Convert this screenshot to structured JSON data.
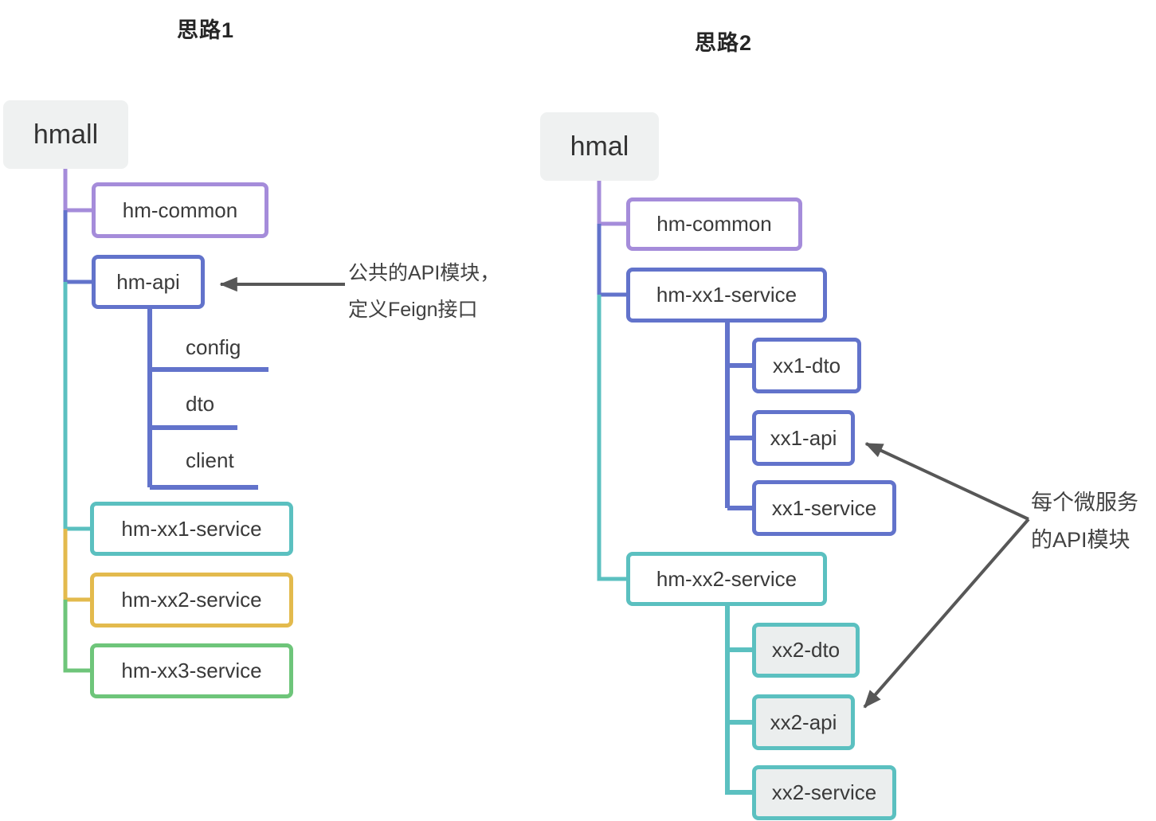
{
  "colors": {
    "purple": "#a58cda",
    "blue": "#6273cb",
    "teal": "#5bc0c0",
    "yellow": "#e3ba4d",
    "green": "#6ec57a",
    "root_fill": "#eff1f1",
    "child_gray_fill": "#ebeeee",
    "arrow": "#575757",
    "text": "#3a3a3a"
  },
  "diagram1": {
    "title": "思路1",
    "root": {
      "label": "hmall"
    },
    "children": [
      {
        "label": "hm-common",
        "color": "#a58cda"
      },
      {
        "label": "hm-api",
        "color": "#6273cb",
        "children": [
          {
            "label": "config"
          },
          {
            "label": "dto"
          },
          {
            "label": "client"
          }
        ]
      },
      {
        "label": "hm-xx1-service",
        "color": "#5bc0c0"
      },
      {
        "label": "hm-xx2-service",
        "color": "#e3ba4d"
      },
      {
        "label": "hm-xx3-service",
        "color": "#6ec57a"
      }
    ],
    "annotation": {
      "line1": "公共的API模块，",
      "line2": "定义Feign接口"
    }
  },
  "diagram2": {
    "title": "思路2",
    "root": {
      "label": "hmal"
    },
    "children": [
      {
        "label": "hm-common",
        "color": "#a58cda"
      },
      {
        "label": "hm-xx1-service",
        "color": "#6273cb",
        "children": [
          {
            "label": "xx1-dto"
          },
          {
            "label": "xx1-api"
          },
          {
            "label": "xx1-service"
          }
        ]
      },
      {
        "label": "hm-xx2-service",
        "color": "#5bc0c0",
        "children": [
          {
            "label": "xx2-dto"
          },
          {
            "label": "xx2-api"
          },
          {
            "label": "xx2-service"
          }
        ]
      }
    ],
    "annotation": {
      "line1": "每个微服务",
      "line2": "的API模块"
    }
  }
}
